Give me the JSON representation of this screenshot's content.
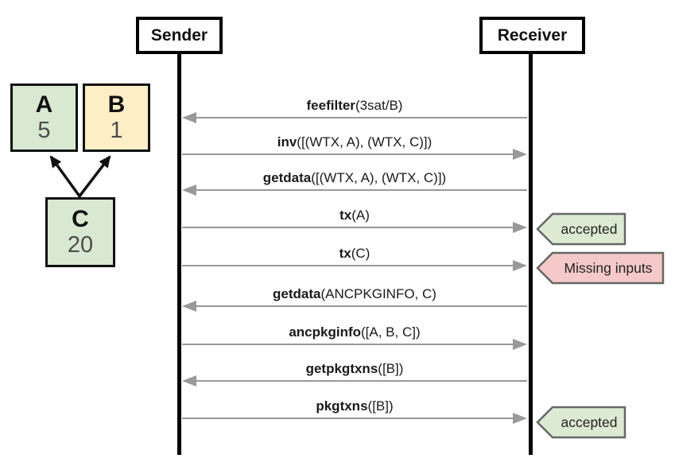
{
  "diagram": {
    "actors": {
      "sender": "Sender",
      "receiver": "Receiver"
    },
    "messages": [
      {
        "name": "feefilter",
        "args": "(3sat/B)",
        "direction": "left"
      },
      {
        "name": "inv",
        "args": "([(WTX, A), (WTX, C)])",
        "direction": "right"
      },
      {
        "name": "getdata",
        "args": "([(WTX, A), (WTX, C)])",
        "direction": "left"
      },
      {
        "name": "tx",
        "args": "(A)",
        "direction": "right",
        "note": "accepted",
        "note_type": "success"
      },
      {
        "name": "tx",
        "args": "(C)",
        "direction": "right",
        "note": "Missing inputs",
        "note_type": "error"
      },
      {
        "name": "getdata",
        "args": "(ANCPKGINFO, C)",
        "direction": "left"
      },
      {
        "name": "ancpkginfo",
        "args": "([A, B, C])",
        "direction": "right"
      },
      {
        "name": "getpkgtxns",
        "args": "([B])",
        "direction": "left"
      },
      {
        "name": "pkgtxns",
        "args": "([B])",
        "direction": "right",
        "note": "accepted",
        "note_type": "success"
      }
    ]
  },
  "transactions": [
    {
      "label": "A",
      "fee": "5",
      "color": "#d9e8d0"
    },
    {
      "label": "B",
      "fee": "1",
      "color": "#fceec6"
    },
    {
      "label": "C",
      "fee": "20",
      "color": "#d9e8d0"
    }
  ],
  "dependencies": [
    {
      "from": "C",
      "to": "A"
    },
    {
      "from": "C",
      "to": "B"
    }
  ],
  "colors": {
    "tag_success_fill": "#dcead3",
    "tag_error_fill": "#f5c9c9",
    "tag_border": "#666666",
    "tx_green_fill": "#d9e8d0",
    "tx_yellow_fill": "#fceec6",
    "message_arrow": "#999999",
    "lifeline": "#000000"
  }
}
